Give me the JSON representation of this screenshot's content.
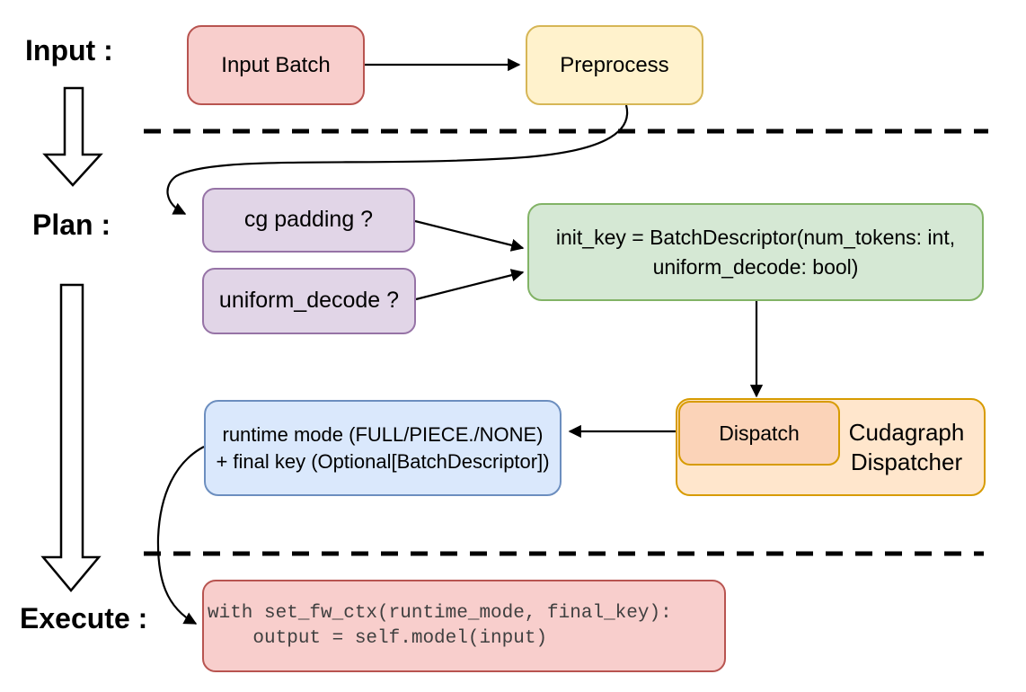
{
  "stages": {
    "input": "Input :",
    "plan": "Plan :",
    "execute": "Execute :"
  },
  "nodes": {
    "input_batch": "Input Batch",
    "preprocess": "Preprocess",
    "cg_padding": "cg padding ?",
    "uniform_decode": "uniform_decode ?",
    "init_key_line1": "init_key = BatchDescriptor(num_tokens: int,",
    "init_key_line2": "uniform_decode: bool)",
    "dispatch": "Dispatch",
    "dispatcher_line1": "Cudagraph",
    "dispatcher_line2": "Dispatcher",
    "runtime_line1": "runtime mode (FULL/PIECE./NONE)",
    "runtime_line2": "+ final key (Optional[BatchDescriptor])",
    "code_line1": "with set_fw_ctx(runtime_mode, final_key):",
    "code_line2": "    output = self.model(input)"
  },
  "colors": {
    "red_fill": "#f8cecc",
    "red_stroke": "#b85450",
    "yellow_fill": "#fff2cc",
    "yellow_stroke": "#d6b656",
    "purple_fill": "#e1d5e7",
    "purple_stroke": "#9673a6",
    "green_fill": "#d5e8d4",
    "green_stroke": "#82b366",
    "blue_fill": "#dae8fc",
    "blue_stroke": "#6c8ebf",
    "orange_fill": "#ffe6cc",
    "orange_inner_fill": "#fbd3b8",
    "orange_stroke": "#d79b00",
    "connector_color": "#000000",
    "code_text_color": "#404040"
  }
}
